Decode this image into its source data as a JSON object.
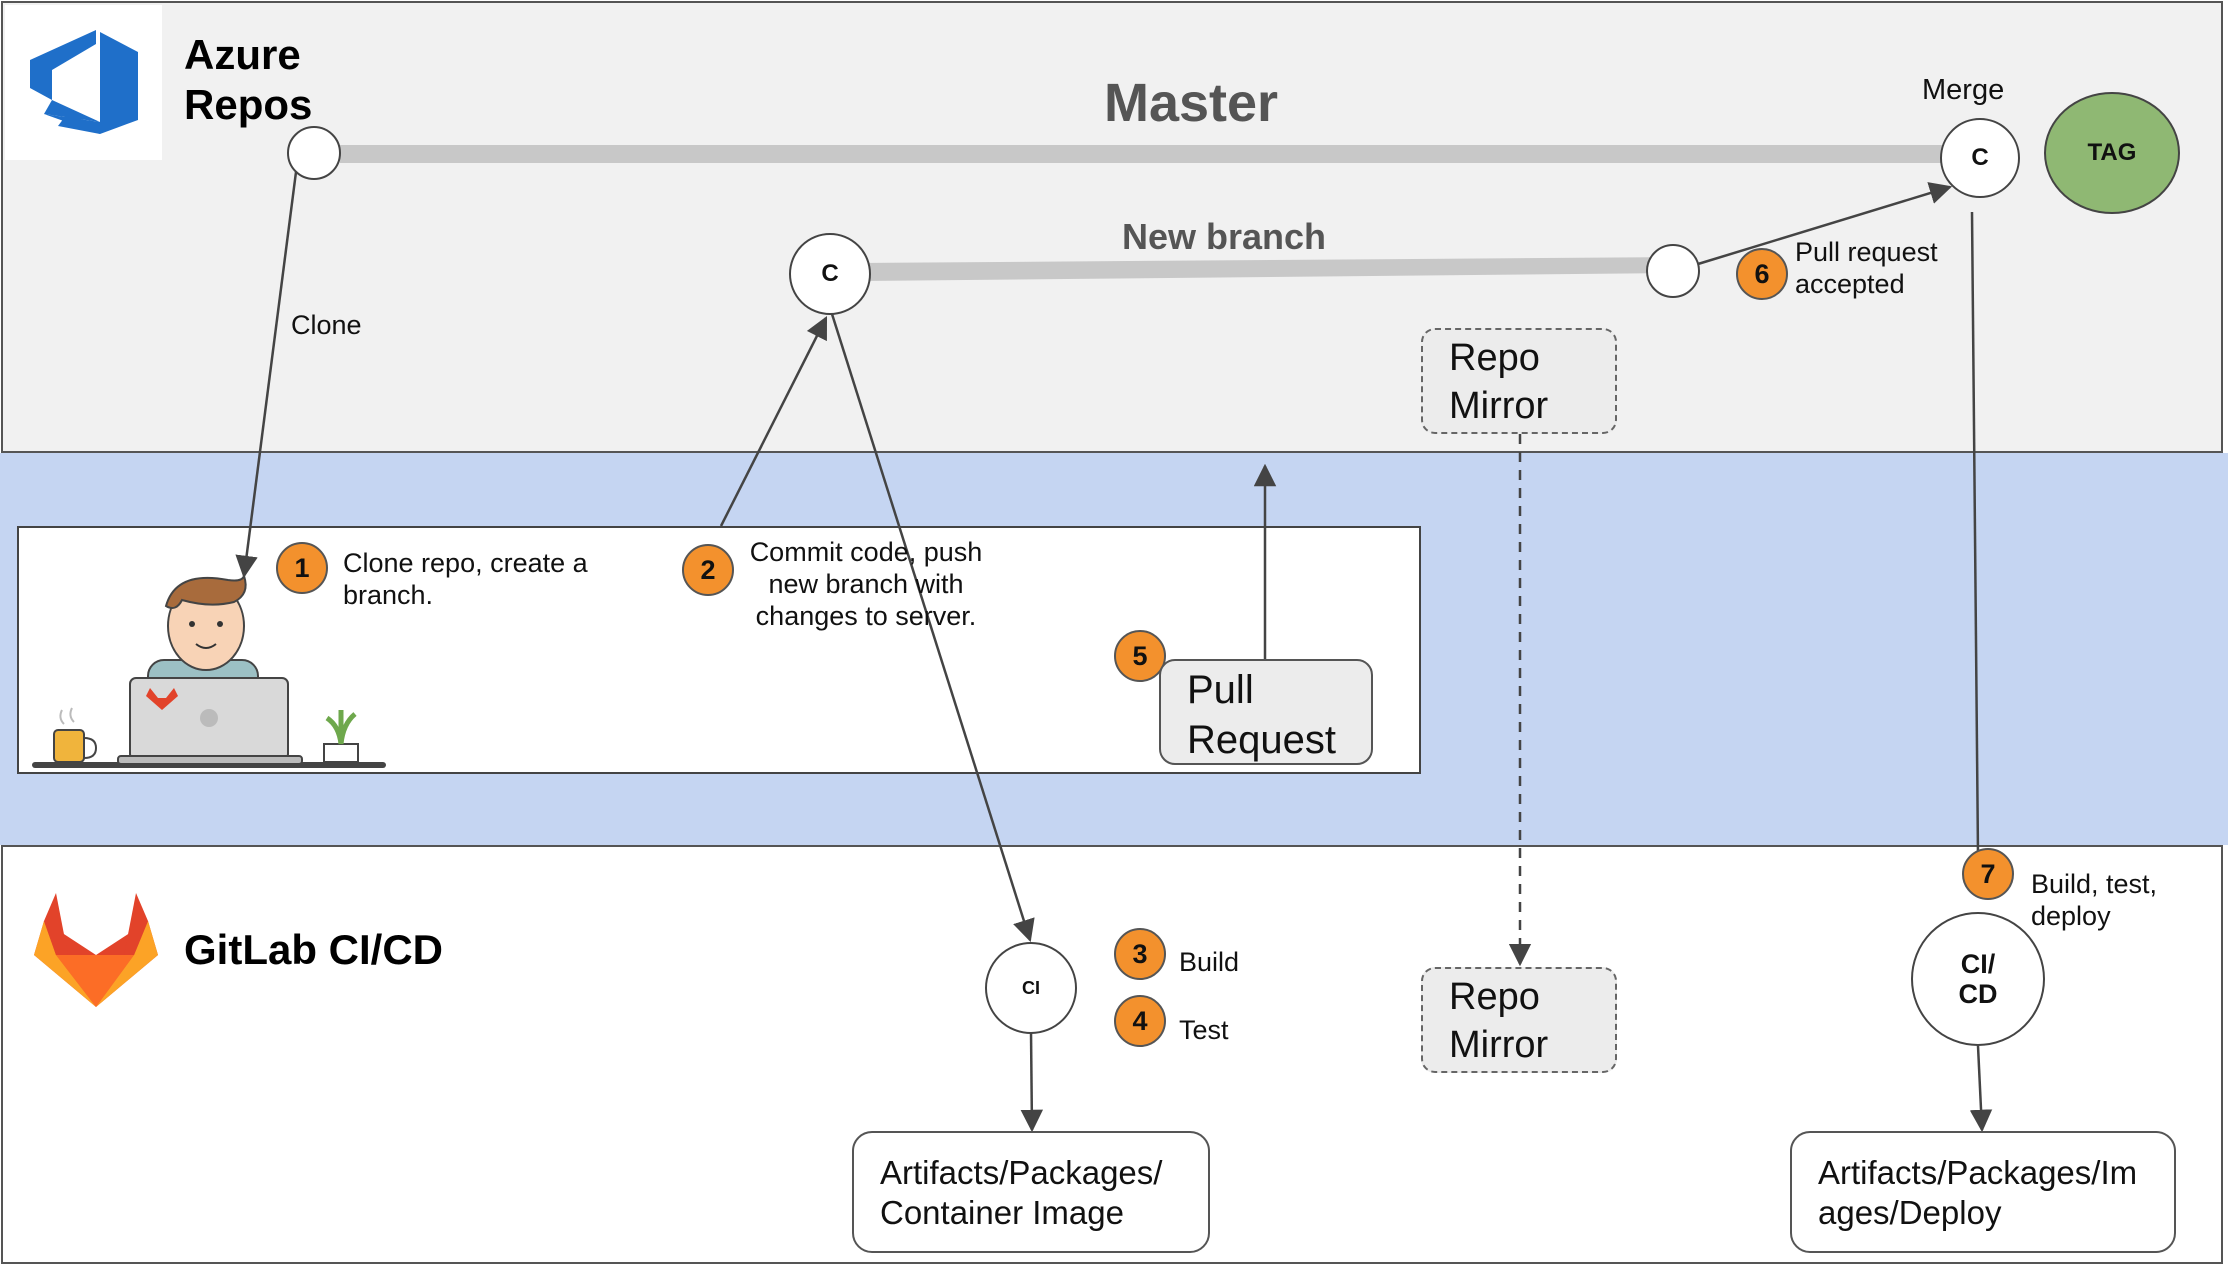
{
  "azure": {
    "title_line1": "Azure",
    "title_line2": "Repos",
    "logo": "azure-devops-logo"
  },
  "gitlab": {
    "title": "GitLab CI/CD",
    "logo": "gitlab-fox-logo"
  },
  "branches": {
    "master": "Master",
    "new_branch": "New branch"
  },
  "nodes": {
    "commit_c": "C",
    "merge_c": "C",
    "tag": "TAG",
    "ci": "CI",
    "cicd": "CI/\nCD"
  },
  "labels": {
    "clone": "Clone",
    "merge": "Merge"
  },
  "steps": [
    {
      "num": "1",
      "text": "Clone repo, create a\nbranch."
    },
    {
      "num": "2",
      "text": "Commit code, push\nnew branch with\nchanges to server."
    },
    {
      "num": "3",
      "text": "Build"
    },
    {
      "num": "4",
      "text": "Test"
    },
    {
      "num": "5",
      "text": ""
    },
    {
      "num": "6",
      "text": "Pull request\naccepted"
    },
    {
      "num": "7",
      "text": "Build, test,\ndeploy"
    }
  ],
  "boxes": {
    "repo_mirror_top": "Repo\nMirror",
    "repo_mirror_bottom": "Repo\nMirror",
    "pull_request": "Pull\nRequest",
    "artifacts_left": "Artifacts/Packages/\nContainer Image",
    "artifacts_right": "Artifacts/Packages/Im\nages/Deploy"
  },
  "colors": {
    "step_badge": "#f3912d",
    "tag_fill": "#8fb873",
    "middle_band": "#c5d5f2",
    "top_band": "#f1f1f1",
    "branch_line": "#c8c8c8"
  }
}
